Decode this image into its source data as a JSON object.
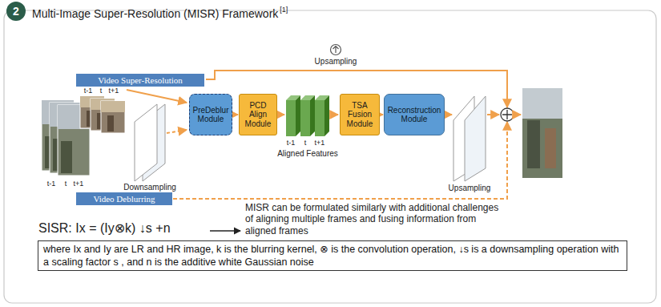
{
  "diagram": {
    "title": "Multi-Image Super-Resolution (MISR) Framework",
    "nodes": [
      {
        "text": [
          "Video Super-Resolution"
        ]
      },
      {
        "text": [
          "PreDeblur Module"
        ]
      },
      {
        "text": [
          "PCD Align Module"
        ]
      },
      {
        "text": [
          "TSA Fusion Module"
        ]
      },
      {
        "text": [
          "Reconstruction Module"
        ]
      },
      {
        "text": [
          "Video Deblurring"
        ]
      },
      {
        "text": [
          "where Ix and Iy are LR and HR image, k is the blurring kernel, ⊗ is the convolution operation, ↓s is a downsampling operation with a scaling factor s , and n is the additive white Gaussian noise"
        ]
      }
    ],
    "edges": [
      {
        "from": 1,
        "to": 2,
        "arrow": "to"
      },
      {
        "from": 3,
        "to": 4,
        "arrow": "to"
      }
    ],
    "labels": [
      "2",
      "[1]",
      "Upsampling",
      "t-1",
      "t",
      "t+1",
      "t-1",
      "t",
      "t+1",
      "Aligned Features",
      "t-1",
      "t",
      "t+1",
      "Downsampling",
      "Upsampling",
      "SISR: Ix = (Iy⊗k) ↓s +n",
      "MISR can be formulated similarly with additional challenges of aligning multiple frames and fusing information from aligned frames"
    ]
  }
}
